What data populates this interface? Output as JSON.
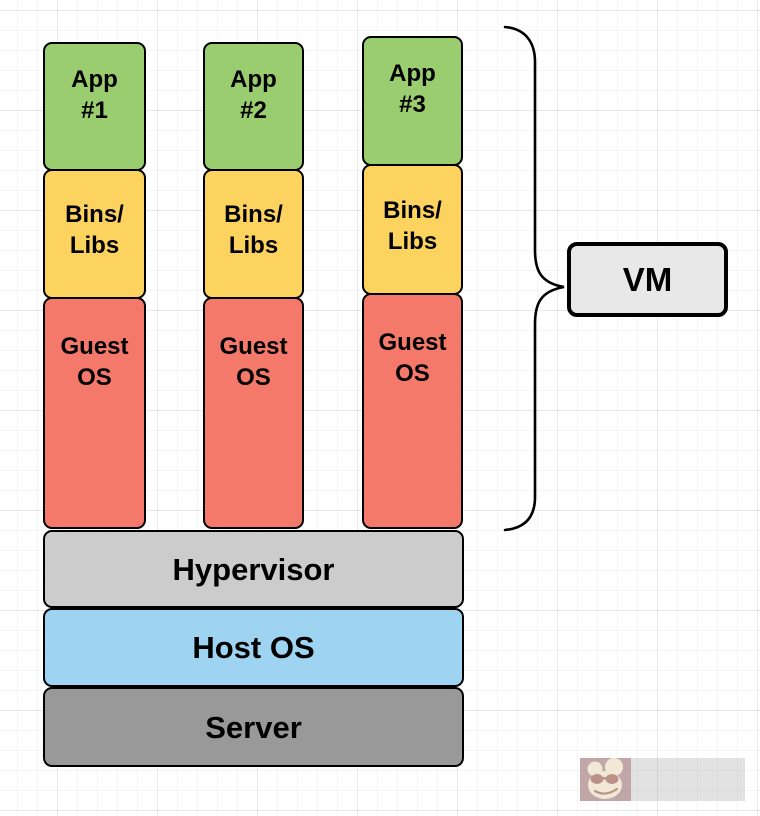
{
  "stacks": [
    {
      "app_label": "App\n#1",
      "bins_label": "Bins/\nLibs",
      "guest_label": "Guest\nOS"
    },
    {
      "app_label": "App\n#2",
      "bins_label": "Bins/\nLibs",
      "guest_label": "Guest\nOS"
    },
    {
      "app_label": "App\n#3",
      "bins_label": "Bins/\nLibs",
      "guest_label": "Guest\nOS"
    }
  ],
  "layers": [
    {
      "label": "Hypervisor",
      "color": "#cccccc"
    },
    {
      "label": "Host OS",
      "color": "#9fd3f2"
    },
    {
      "label": "Server",
      "color": "#999999"
    }
  ],
  "vm": {
    "label": "VM",
    "color": "#e8e8e8"
  },
  "colors": {
    "app_green": "#9acd70",
    "bins_yellow": "#fcd35f",
    "guest_salmon": "#f4796b",
    "outline_black": "#000000"
  },
  "watermark": {
    "icon": "gliffy-monkey-logo"
  }
}
